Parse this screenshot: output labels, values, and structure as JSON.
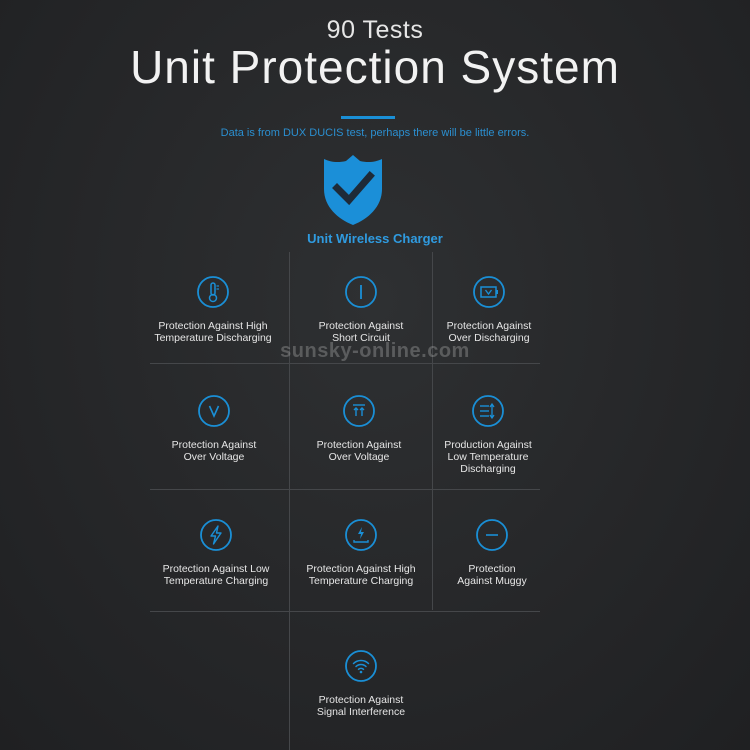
{
  "header": {
    "subtitle": "90 Tests",
    "title": "Unit Protection System",
    "disclaimer": "Data is from DUX DUCIS test, perhaps there will be little errors.",
    "product_name": "Unit Wireless Charger"
  },
  "colors": {
    "accent": "#1a8fd6",
    "background": "#262729",
    "text": "#e6e6e6"
  },
  "features": [
    {
      "icon": "thermometer-icon",
      "label": "Protection Against High\nTemperature Discharging"
    },
    {
      "icon": "short-circuit-icon",
      "label": "Protection Against\nShort Circuit"
    },
    {
      "icon": "battery-discharge-icon",
      "label": "Protection Against\nOver Discharging"
    },
    {
      "icon": "voltage-icon",
      "label": "Protection Against\nOver Voltage"
    },
    {
      "icon": "over-voltage-arrows-icon",
      "label": "Protection Against\nOver Voltage"
    },
    {
      "icon": "low-temperature-icon",
      "label": "Production Against\nLow Temperature\nDischarging"
    },
    {
      "icon": "lightning-icon",
      "label": "Protection Against Low\nTemperature Charging"
    },
    {
      "icon": "high-temp-charging-icon",
      "label": "Protection Against High\nTemperature Charging"
    },
    {
      "icon": "minus-icon",
      "label": "Protection\nAgainst Muggy"
    },
    {
      "icon": "wifi-signal-icon",
      "label": "Protection Against\nSignal Interference"
    }
  ],
  "watermark": "sunsky-online.com"
}
